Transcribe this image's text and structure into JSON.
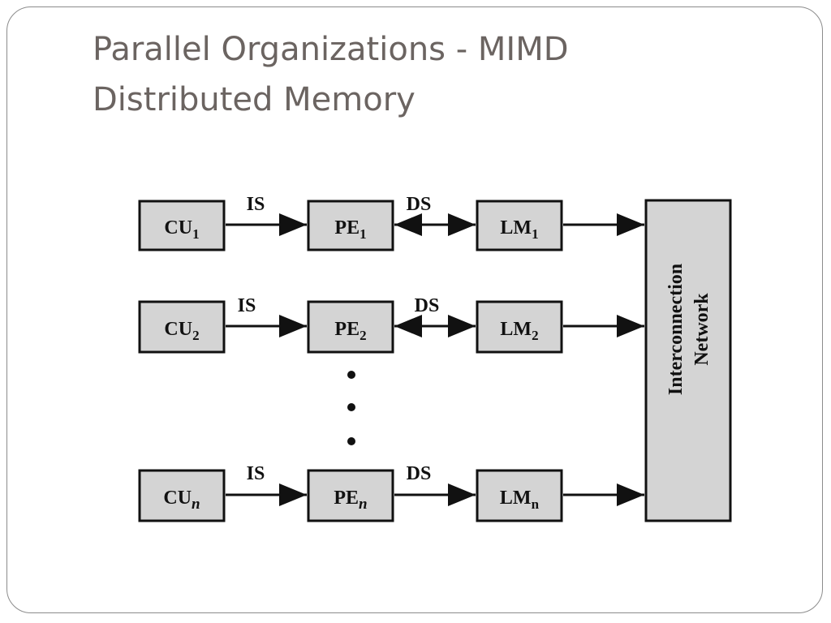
{
  "slide": {
    "title_line1": "Parallel Organizations - MIMD",
    "title_line2": "Distributed Memory"
  },
  "diagram": {
    "rows": [
      {
        "cu": "CU",
        "cu_sub": "1",
        "cu_sub_italic": false,
        "is_label": "IS",
        "pe": "PE",
        "pe_sub": "1",
        "pe_sub_italic": false,
        "ds_label": "DS",
        "ds_bidirectional": true,
        "lm": "LM",
        "lm_sub": "1"
      },
      {
        "cu": "CU",
        "cu_sub": "2",
        "cu_sub_italic": false,
        "is_label": "IS",
        "pe": "PE",
        "pe_sub": "2",
        "pe_sub_italic": false,
        "ds_label": "DS",
        "ds_bidirectional": true,
        "lm": "LM",
        "lm_sub": "2"
      },
      {
        "cu": "CU",
        "cu_sub": "n",
        "cu_sub_italic": true,
        "is_label": "IS",
        "pe": "PE",
        "pe_sub": "n",
        "pe_sub_italic": true,
        "ds_label": "DS",
        "ds_bidirectional": false,
        "lm": "LM",
        "lm_sub": "n"
      }
    ],
    "network_label_line1": "Interconnection",
    "network_label_line2": "Network",
    "box_fill": "#d4d4d4",
    "stroke": "#111111",
    "ellipsis_dots": 3
  }
}
